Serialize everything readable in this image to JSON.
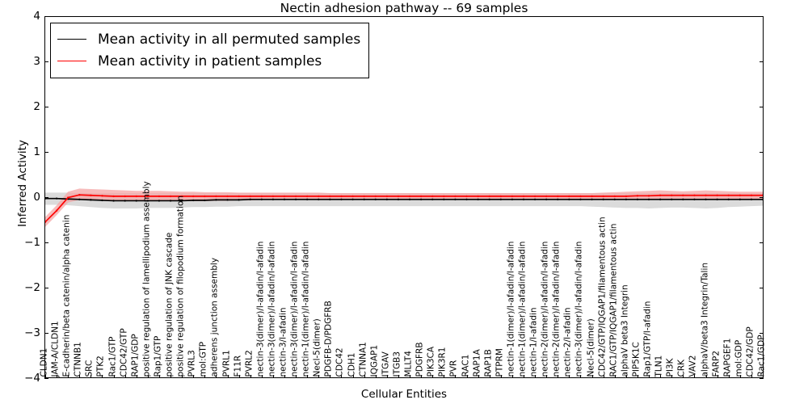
{
  "chart_data": {
    "type": "line",
    "title": "Nectin adhesion pathway -- 69 samples",
    "xlabel": "Cellular Entities",
    "ylabel": "Inferred Activity",
    "ylim": [
      -4,
      4
    ],
    "yticks": [
      -4,
      -3,
      -2,
      -1,
      0,
      1,
      2,
      3,
      4
    ],
    "grid": false,
    "legend_position": "upper left",
    "legend": [
      {
        "name": "Mean activity in all permuted samples",
        "color": "#000000"
      },
      {
        "name": "Mean activity in patient samples",
        "color": "#ff0000"
      }
    ],
    "categories": [
      "CLDN1",
      "JAM-A/CLDN1",
      "E-cadherin/beta catenin/alpha catenin",
      "CTNNB1",
      "SRC",
      "PTK2",
      "Rac1/GTP",
      "CDC42/GTP",
      "RAP1/GDP",
      "positive regulation of lamellipodium assembly",
      "Rap1/GTP",
      "positive regulation of JNK cascade",
      "positive regulation of filopodium formation",
      "PVRL3",
      "mol:GTP",
      "adherens junction assembly",
      "PVRL1",
      "F11R",
      "PVRL2",
      "nectin-3(dimer)/l-afadin/l-afadin",
      "nectin-3(dimer)/l-afadin/l-afadin",
      "nectin-3/l-afadin",
      "nectin-3(dimer)/l-afadin/l-afadin",
      "nectin-1(dimer)/l-afadin/l-afadin",
      "Necl-5(dimer)",
      "PDGFB-D/PDGFRB",
      "CDC42",
      "CDH1",
      "CTNNA1",
      "IQGAP1",
      "ITGAV",
      "ITGB3",
      "MLLT4",
      "PDGFRB",
      "PIK3CA",
      "PIK3R1",
      "PVR",
      "RAC1",
      "RAP1A",
      "RAP1B",
      "PTPRM",
      "nectin-1(dimer)/l-afadin/l-afadin",
      "nectin-1(dimer)/l-afadin/l-afadin",
      "nectin-1/l-afadin",
      "nectin-2(dimer)/l-afadin/l-afadin",
      "nectin-2(dimer)/l-afadin/l-afadin",
      "nectin-2/l-afadin",
      "nectin-3(dimer)/l-afadin/l-afadin",
      "Necl-5(dimer)",
      "CDC42/GTP/IQGAP1/filamentous actin",
      "RAC1/GTP/IQGAP1/filamentous actin",
      "alphaV beta3 Integrin",
      "PIP5K1C",
      "Rap1/GTP/l-afadin",
      "TLN1",
      "PI3K",
      "CRK",
      "VAV2",
      "alphaV/beta3 Integrin/Talin",
      "FARP2",
      "RAPGEF1",
      "mol:GDP",
      "CDC42/GDP",
      "Rac1/GDP"
    ],
    "series": [
      {
        "name": "Mean activity in all permuted samples",
        "color": "#000000",
        "band_color": "#c8c8c8",
        "values": [
          -0.03,
          -0.03,
          -0.04,
          -0.05,
          -0.06,
          -0.07,
          -0.08,
          -0.08,
          -0.08,
          -0.08,
          -0.08,
          -0.08,
          -0.08,
          -0.07,
          -0.07,
          -0.06,
          -0.06,
          -0.06,
          -0.05,
          -0.05,
          -0.05,
          -0.05,
          -0.05,
          -0.05,
          -0.05,
          -0.05,
          -0.05,
          -0.05,
          -0.05,
          -0.05,
          -0.05,
          -0.05,
          -0.05,
          -0.05,
          -0.05,
          -0.05,
          -0.05,
          -0.05,
          -0.05,
          -0.05,
          -0.05,
          -0.05,
          -0.05,
          -0.05,
          -0.05,
          -0.05,
          -0.05,
          -0.05,
          -0.05,
          -0.05,
          -0.05,
          -0.05,
          -0.05,
          -0.05,
          -0.05,
          -0.05,
          -0.05,
          -0.05,
          -0.05,
          -0.05,
          -0.05,
          -0.05,
          -0.05,
          -0.05
        ],
        "band_lower": [
          -0.17,
          -0.17,
          -0.18,
          -0.2,
          -0.22,
          -0.24,
          -0.25,
          -0.25,
          -0.25,
          -0.24,
          -0.24,
          -0.24,
          -0.23,
          -0.22,
          -0.22,
          -0.21,
          -0.21,
          -0.2,
          -0.2,
          -0.2,
          -0.2,
          -0.2,
          -0.2,
          -0.2,
          -0.2,
          -0.2,
          -0.2,
          -0.2,
          -0.2,
          -0.2,
          -0.2,
          -0.2,
          -0.2,
          -0.2,
          -0.2,
          -0.2,
          -0.2,
          -0.2,
          -0.2,
          -0.2,
          -0.2,
          -0.2,
          -0.2,
          -0.2,
          -0.2,
          -0.2,
          -0.2,
          -0.2,
          -0.21,
          -0.22,
          -0.23,
          -0.24,
          -0.24,
          -0.25,
          -0.24,
          -0.23,
          -0.23,
          -0.24,
          -0.25,
          -0.24,
          -0.22,
          -0.21,
          -0.2,
          -0.19
        ],
        "band_upper": [
          0.1,
          0.1,
          0.1,
          0.09,
          0.09,
          0.09,
          0.09,
          0.09,
          0.09,
          0.09,
          0.09,
          0.09,
          0.09,
          0.09,
          0.09,
          0.09,
          0.09,
          0.09,
          0.09,
          0.09,
          0.09,
          0.09,
          0.09,
          0.09,
          0.09,
          0.09,
          0.09,
          0.09,
          0.09,
          0.09,
          0.09,
          0.09,
          0.09,
          0.09,
          0.09,
          0.09,
          0.09,
          0.09,
          0.09,
          0.09,
          0.09,
          0.09,
          0.09,
          0.09,
          0.09,
          0.09,
          0.09,
          0.09,
          0.09,
          0.09,
          0.09,
          0.09,
          0.09,
          0.09,
          0.09,
          0.09,
          0.09,
          0.09,
          0.09,
          0.09,
          0.09,
          0.09,
          0.09,
          0.09
        ]
      },
      {
        "name": "Mean activity in patient samples",
        "color": "#ff0000",
        "band_color": "#f4a6a6",
        "values": [
          -0.55,
          -0.3,
          -0.01,
          0.05,
          0.04,
          0.03,
          0.02,
          0.02,
          0.02,
          0.02,
          0.02,
          0.02,
          0.02,
          0.02,
          0.02,
          0.02,
          0.02,
          0.02,
          0.02,
          0.02,
          0.02,
          0.02,
          0.02,
          0.02,
          0.02,
          0.02,
          0.02,
          0.02,
          0.02,
          0.02,
          0.02,
          0.02,
          0.02,
          0.02,
          0.02,
          0.02,
          0.02,
          0.02,
          0.02,
          0.02,
          0.02,
          0.02,
          0.02,
          0.02,
          0.02,
          0.02,
          0.02,
          0.02,
          0.02,
          0.02,
          0.02,
          0.02,
          0.03,
          0.03,
          0.04,
          0.04,
          0.04,
          0.04,
          0.04,
          0.04,
          0.04,
          0.04,
          0.04,
          0.04
        ],
        "band_lower": [
          -0.66,
          -0.4,
          -0.12,
          -0.06,
          -0.07,
          -0.08,
          -0.09,
          -0.09,
          -0.09,
          -0.09,
          -0.08,
          -0.08,
          -0.09,
          -0.09,
          -0.09,
          -0.08,
          -0.08,
          -0.07,
          -0.07,
          -0.06,
          -0.06,
          -0.06,
          -0.06,
          -0.06,
          -0.06,
          -0.06,
          -0.06,
          -0.06,
          -0.06,
          -0.06,
          -0.06,
          -0.06,
          -0.06,
          -0.06,
          -0.06,
          -0.06,
          -0.06,
          -0.06,
          -0.06,
          -0.06,
          -0.06,
          -0.06,
          -0.06,
          -0.06,
          -0.06,
          -0.06,
          -0.06,
          -0.06,
          -0.06,
          -0.06,
          -0.06,
          -0.06,
          -0.06,
          -0.06,
          -0.06,
          -0.06,
          -0.06,
          -0.06,
          -0.06,
          -0.06,
          -0.06,
          -0.06,
          -0.06,
          -0.06
        ],
        "band_upper": [
          -0.44,
          -0.18,
          0.12,
          0.19,
          0.18,
          0.17,
          0.16,
          0.15,
          0.14,
          0.14,
          0.14,
          0.13,
          0.12,
          0.12,
          0.11,
          0.11,
          0.11,
          0.1,
          0.1,
          0.1,
          0.1,
          0.1,
          0.1,
          0.1,
          0.1,
          0.09,
          0.09,
          0.09,
          0.09,
          0.09,
          0.09,
          0.09,
          0.09,
          0.09,
          0.09,
          0.09,
          0.09,
          0.09,
          0.09,
          0.09,
          0.09,
          0.09,
          0.09,
          0.09,
          0.09,
          0.09,
          0.09,
          0.09,
          0.09,
          0.1,
          0.11,
          0.12,
          0.13,
          0.14,
          0.15,
          0.14,
          0.13,
          0.14,
          0.15,
          0.14,
          0.13,
          0.12,
          0.12,
          0.12
        ]
      }
    ]
  }
}
